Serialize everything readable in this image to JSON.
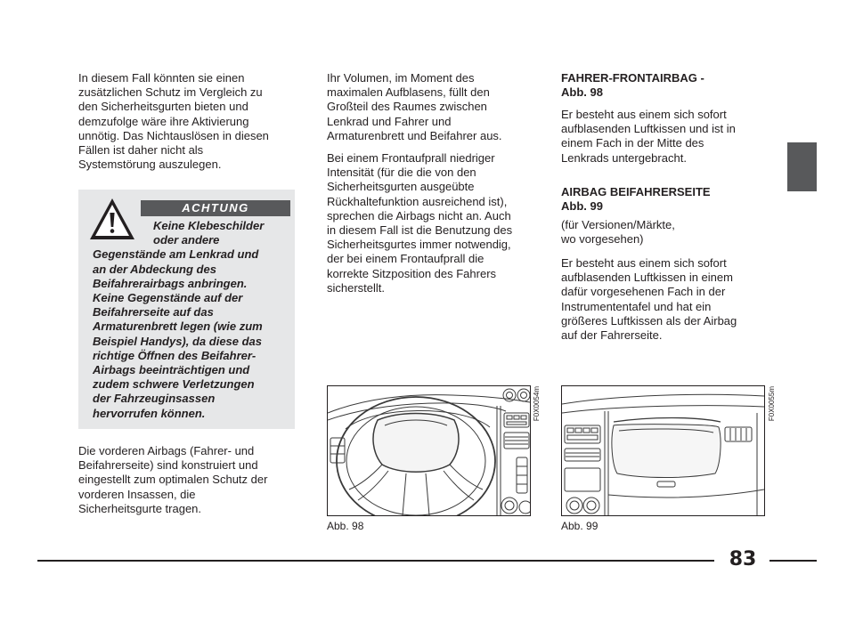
{
  "left_column": {
    "intro_paragraph": "In diesem Fall könnten sie einen\nzusätzlichen Schutz im Vergleich zu\nden Sicherheitsgurten bieten und\ndemzufolge wäre ihre Aktivierung\nunnötig. Das Nichtauslösen in diesen\nFällen ist daher nicht als\nSystemstörung auszulegen.",
    "warning": {
      "label": "ACHTUNG",
      "text_intro": "Keine Klebeschilder\noder andere",
      "text_body": "Gegenstände am Lenkrad und\nan der Abdeckung des\nBeifahrerairbags anbringen.\nKeine Gegenstände auf der\nBeifahrerseite auf das\nArmaturenbrett legen (wie zum\nBeispiel Handys), da diese das\nrichtige Öffnen des Beifahrer-\nAirbags beeinträchtigen und\nzudem schwere Verletzungen\nder Fahrzeuginsassen\nhervorrufen können."
    },
    "closing_paragraph": "Die vorderen Airbags (Fahrer- und\nBeifahrerseite) sind konstruiert und\neingestellt zum optimalen Schutz der\nvorderen Insassen, die\nSicherheitsgurte tragen."
  },
  "middle_column": {
    "paragraphs": [
      "Ihr Volumen, im Moment des\nmaximalen Aufblasens, füllt den\nGroßteil des Raumes zwischen\nLenkrad und Fahrer und\nArmaturenbrett und Beifahrer aus.",
      "Bei einem Frontaufprall niedriger\nIntensität (für die die von den\nSicherheitsgurten ausgeübte\nRückhaltefunktion ausreichend ist),\nsprechen die Airbags nicht an. Auch\nin diesem Fall ist die Benutzung des\nSicherheitsgurtes immer notwendig,\nder bei einem Frontaufprall die\nkorrekte Sitzposition des Fahrers\nsicherstellt."
    ],
    "figure": {
      "code": "F0X0054m",
      "caption": "Abb. 98"
    }
  },
  "right_column": {
    "heading_driver": "FAHRER-FRONTAIRBAG -\nAbb. 98",
    "driver_paragraph": "Er besteht aus einem sich sofort\naufblasenden Luftkissen und ist in\neinem Fach in der Mitte des\nLenkrads untergebracht.",
    "heading_passenger": "AIRBAG BEIFAHRERSEITE\nAbb. 99",
    "passenger_note": "(für Versionen/Märkte,\nwo vorgesehen)",
    "passenger_paragraph": "Er besteht aus einem sich sofort\naufblasenden Luftkissen in einem\ndafür vorgesehenen Fach in der\nInstrumententafel und hat ein\ngrößeres Luftkissen als der Airbag\nauf der Fahrerseite.",
    "figure": {
      "code": "F0X0055m",
      "caption": "Abb. 99"
    }
  },
  "footer": {
    "page_number": "83"
  },
  "icons": {
    "warning": "warning-triangle-icon"
  },
  "colors": {
    "text": "#231f20",
    "accent_gray": "#58595b",
    "warning_box": "#e6e7e8"
  }
}
